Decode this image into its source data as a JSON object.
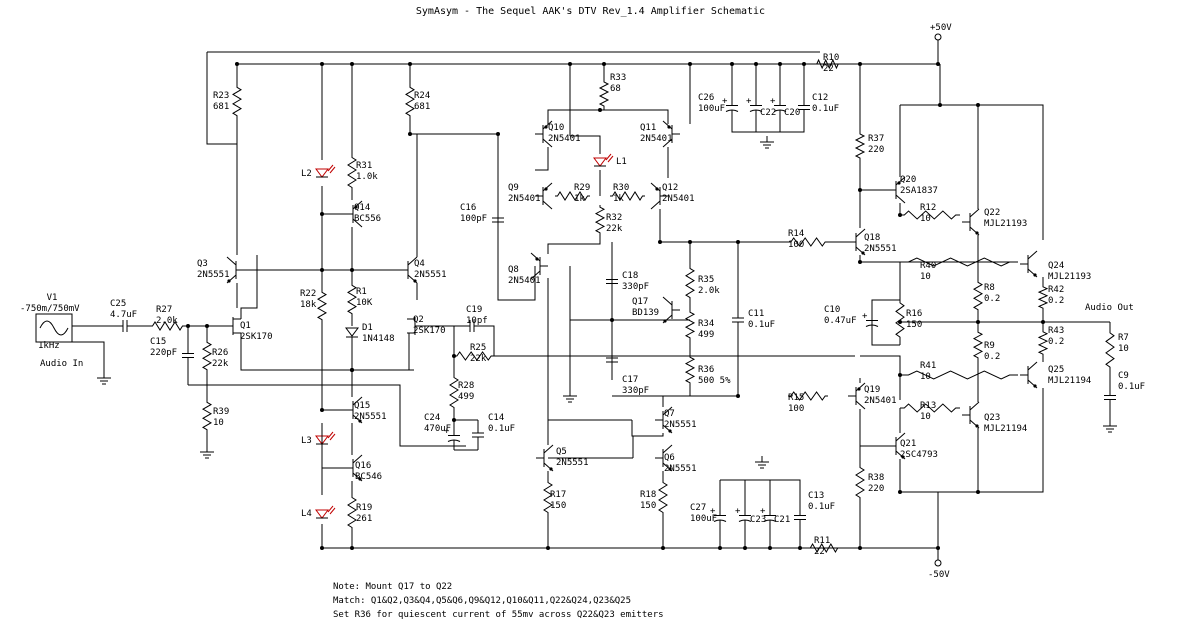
{
  "title": "SymAsym - The Sequel AAK's DTV Rev_1.4 Amplifier Schematic",
  "rails": {
    "pos": "+50V",
    "neg": "-50V"
  },
  "source": {
    "ref": "V1",
    "value": "-750m/750mV",
    "freq": "1kHz",
    "label": "Audio In"
  },
  "output": {
    "label": "Audio Out"
  },
  "components": {
    "R23": [
      "R23",
      "681"
    ],
    "R24": [
      "R24",
      "681"
    ],
    "R31": [
      "R31",
      "1.0k"
    ],
    "R1": [
      "R1",
      "10K"
    ],
    "R22": [
      "R22",
      "18k"
    ],
    "R26": [
      "R26",
      "22k"
    ],
    "R27": [
      "R27",
      "2.0k"
    ],
    "R39": [
      "R39",
      "10"
    ],
    "R19": [
      "R19",
      "261"
    ],
    "R28": [
      "R28",
      "499"
    ],
    "R25": [
      "R25",
      "22k"
    ],
    "R33": [
      "R33",
      "68"
    ],
    "R29": [
      "R29",
      "1k"
    ],
    "R30": [
      "R30",
      "1k"
    ],
    "R32": [
      "R32",
      "22k"
    ],
    "R35": [
      "R35",
      "2.0k"
    ],
    "R34": [
      "R34",
      "499"
    ],
    "R36": [
      "R36",
      "500 5%"
    ],
    "R17": [
      "R17",
      "150"
    ],
    "R18": [
      "R18",
      "150"
    ],
    "R10": [
      "R10",
      "22"
    ],
    "R11": [
      "R11",
      "22"
    ],
    "R14": [
      "R14",
      "100"
    ],
    "R15": [
      "R15",
      "100"
    ],
    "R37": [
      "R37",
      "220"
    ],
    "R38": [
      "R38",
      "220"
    ],
    "R12": [
      "R12",
      "10"
    ],
    "R40": [
      "R40",
      "10"
    ],
    "R41": [
      "R41",
      "10"
    ],
    "R13": [
      "R13",
      "10"
    ],
    "R8": [
      "R8",
      "0.2"
    ],
    "R9": [
      "R9",
      "0.2"
    ],
    "R42": [
      "R42",
      "0.2"
    ],
    "R43": [
      "R43",
      "0.2"
    ],
    "R16": [
      "R16",
      "150"
    ],
    "R7": [
      "R7",
      "10"
    ],
    "C25": [
      "C25",
      "4.7uF"
    ],
    "C15": [
      "C15",
      "220pF"
    ],
    "C19": [
      "C19",
      "10pf"
    ],
    "C24": [
      "C24",
      "470uF"
    ],
    "C14": [
      "C14",
      "0.1uF"
    ],
    "C16": [
      "C16",
      "100pF"
    ],
    "C18": [
      "C18",
      "330pF"
    ],
    "C17": [
      "C17",
      "330pF"
    ],
    "C11": [
      "C11",
      "0.1uF"
    ],
    "C26": [
      "C26",
      "100uF"
    ],
    "C22": [
      "C22",
      ""
    ],
    "C20": [
      "C20",
      ""
    ],
    "C12": [
      "C12",
      "0.1uF"
    ],
    "C27": [
      "C27",
      "100uF"
    ],
    "C23": [
      "C23",
      ""
    ],
    "C21": [
      "C21",
      ""
    ],
    "C13": [
      "C13",
      "0.1uF"
    ],
    "C10": [
      "C10",
      "0.47uF"
    ],
    "C9": [
      "C9",
      "0.1uF"
    ],
    "Q1": [
      "Q1",
      "2SK170"
    ],
    "Q2": [
      "Q2",
      "2SK170"
    ],
    "Q3": [
      "Q3",
      "2N5551"
    ],
    "Q4": [
      "Q4",
      "2N5551"
    ],
    "Q14": [
      "Q14",
      "BC556"
    ],
    "Q15": [
      "Q15",
      "2N5551"
    ],
    "Q16": [
      "Q16",
      "BC546"
    ],
    "Q10": [
      "Q10",
      "2N5401"
    ],
    "Q11": [
      "Q11",
      "2N5401"
    ],
    "Q9": [
      "Q9",
      "2N5401"
    ],
    "Q12": [
      "Q12",
      "2N5401"
    ],
    "Q8": [
      "Q8",
      "2N5401"
    ],
    "Q17": [
      "Q17",
      "BD139"
    ],
    "Q7": [
      "Q7",
      "2N5551"
    ],
    "Q5": [
      "Q5",
      "2N5551"
    ],
    "Q6": [
      "Q6",
      "2N5551"
    ],
    "Q18": [
      "Q18",
      "2N5551"
    ],
    "Q19": [
      "Q19",
      "2N5401"
    ],
    "Q20": [
      "Q20",
      "2SA1837"
    ],
    "Q21": [
      "Q21",
      "2SC4793"
    ],
    "Q22": [
      "Q22",
      "MJL21193"
    ],
    "Q24": [
      "Q24",
      "MJL21193"
    ],
    "Q23": [
      "Q23",
      "MJL21194"
    ],
    "Q25": [
      "Q25",
      "MJL21194"
    ],
    "D1": [
      "D1",
      "1N4148"
    ],
    "L1": "L1",
    "L2": "L2",
    "L3": "L3",
    "L4": "L4"
  },
  "notes": [
    "Note: Mount Q17 to Q22",
    "Match: Q1&Q2,Q3&Q4,Q5&Q6,Q9&Q12,Q10&Q11,Q22&Q24,Q23&Q25",
    "Set R36 for quiescent current of 55mv across Q22&Q23 emitters"
  ]
}
